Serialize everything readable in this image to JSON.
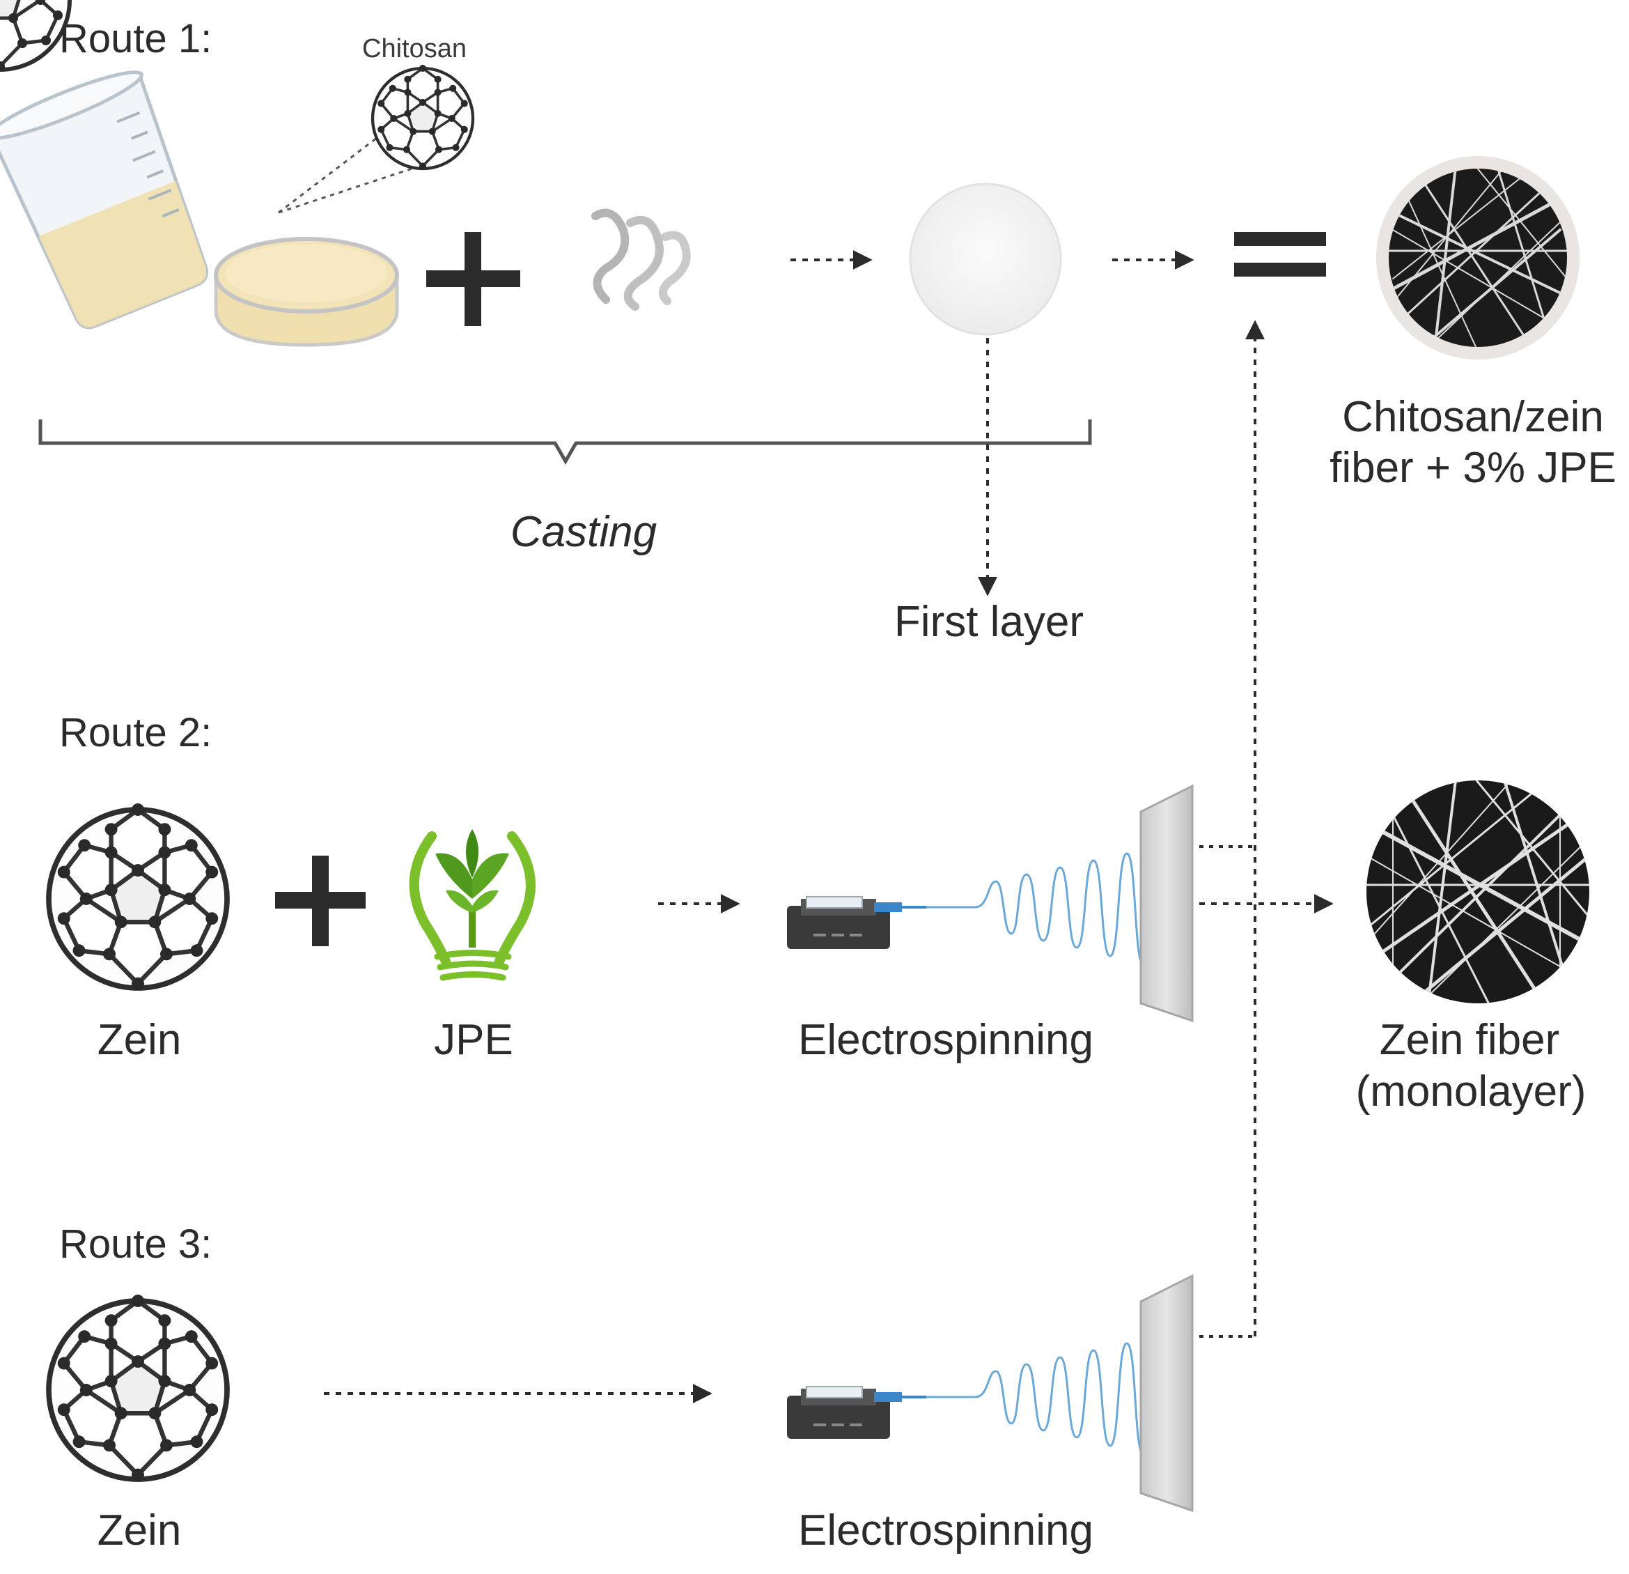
{
  "labels": {
    "route1": "Route 1:",
    "route2": "Route 2:",
    "route3": "Route 3:",
    "chitosan": "Chitosan",
    "casting": "Casting",
    "first_layer": "First layer",
    "product_bilayer_line1": "Chitosan/zein",
    "product_bilayer_line2": "fiber + 3% JPE",
    "zein_r2": "Zein",
    "jpe": "JPE",
    "electrospinning_r2": "Electrospinning",
    "product_mono_line1": "Zein fiber",
    "product_mono_line2": "(monolayer)",
    "zein_r3": "Zein",
    "electrospinning_r3": "Electrospinning"
  },
  "colors": {
    "text": "#2b2b2b",
    "solution": "#f3e3b8",
    "jpe_green": "#7bbf2a",
    "fiber_jet": "#6aa8d8",
    "collector": "#d8d8d8",
    "syringe_body": "#3a3a3a",
    "nozzle": "#3a86c8"
  },
  "icons": [
    "beaker-icon",
    "petri-dish-icon",
    "plus-icon",
    "drying-waves-icon",
    "film-disc-icon",
    "equals-icon",
    "fiber-sem-icon",
    "molecule-icon",
    "jpe-bulb-icon",
    "syringe-pump-icon",
    "collector-plate-icon"
  ]
}
